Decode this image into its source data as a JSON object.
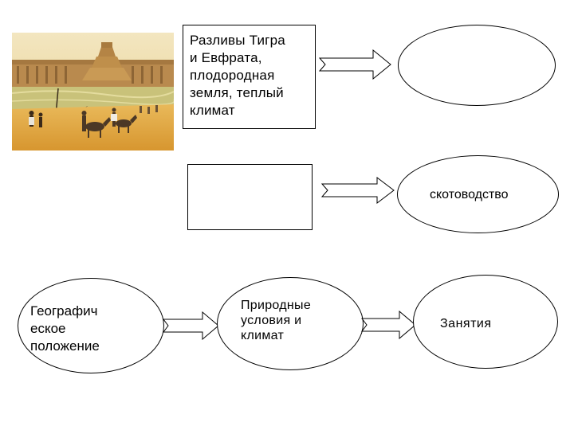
{
  "diagram": {
    "image": {
      "name": "mesopotamia-river-scene"
    },
    "top_box": {
      "lines": [
        "Разливы Тигра",
        "и Евфрата,",
        "плодородная",
        "земля, теплый",
        "климат"
      ]
    },
    "top_oval": {
      "text": ""
    },
    "middle_box": {
      "text": ""
    },
    "middle_oval": {
      "text": "скотоводство"
    },
    "bottom_row": {
      "geo_lines": [
        "Географич",
        "еское",
        "положение"
      ],
      "nature_lines": [
        "Природные",
        "условия и",
        "климат"
      ],
      "occupations": "Занятия"
    },
    "colors": {
      "stroke": "#000000",
      "fill": "#ffffff"
    }
  }
}
